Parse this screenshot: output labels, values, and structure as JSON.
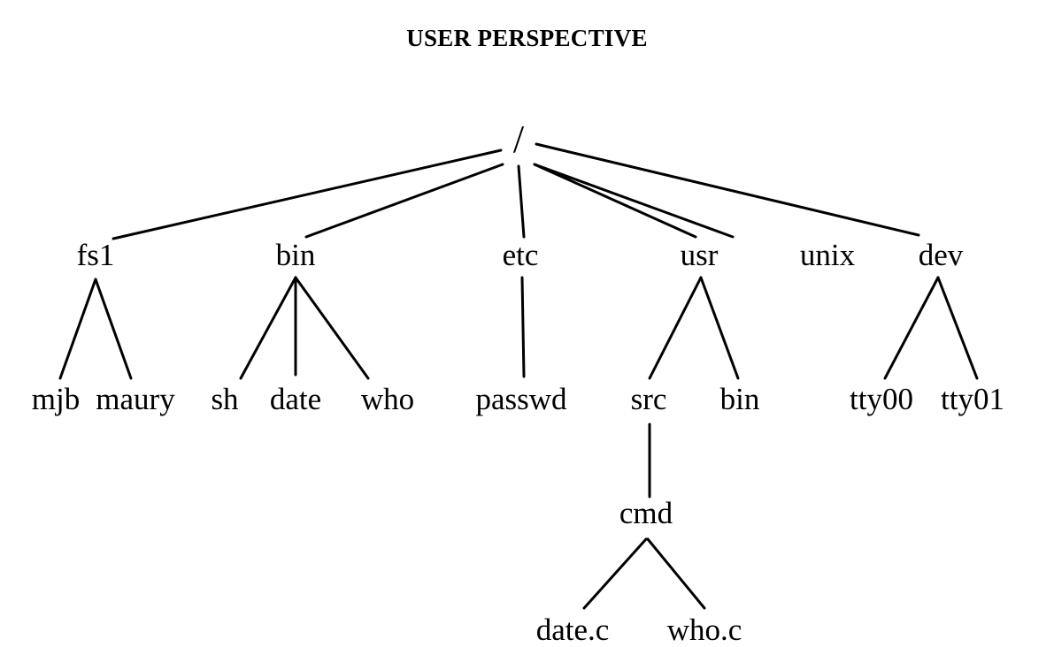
{
  "title": "USER PERSPECTIVE",
  "tree": {
    "root": "/",
    "nodes": {
      "fs1": "fs1",
      "bin": "bin",
      "etc": "etc",
      "usr": "usr",
      "unix": "unix",
      "dev": "dev",
      "mjb": "mjb",
      "maury": "maury",
      "sh": "sh",
      "date": "date",
      "who": "who",
      "passwd": "passwd",
      "src": "src",
      "usr_bin": "bin",
      "tty00": "tty00",
      "tty01": "tty01",
      "cmd": "cmd",
      "date_c": "date.c",
      "who_c": "who.c"
    }
  }
}
